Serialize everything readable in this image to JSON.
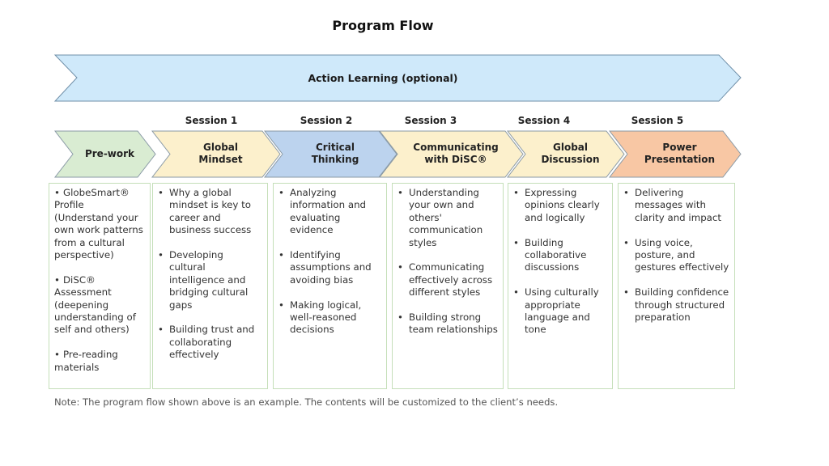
{
  "title": "Program Flow",
  "banner": {
    "label": "Action Learning (optional)",
    "color": "#cfe9fa",
    "stroke": "#6f8fa8"
  },
  "steps": [
    {
      "session": "",
      "label": "Pre-work",
      "color": "#d9ecd2",
      "items": [
        "GlobeSmart® Profile (Understand your own work patterns from a cultural perspective)",
        "DiSC® Assessment (deepening understanding of self and others)",
        "Pre-reading materials"
      ]
    },
    {
      "session": "Session 1",
      "label": "Global\nMindset",
      "color": "#fcf0cc",
      "items": [
        "Why a global mindset is key to career and business success",
        "Developing cultural intelligence and bridging cultural gaps",
        "Building trust and collaborating effectively"
      ]
    },
    {
      "session": "Session 2",
      "label": "Critical\nThinking",
      "color": "#bcd3ee",
      "items": [
        "Analyzing information and evaluating evidence",
        "Identifying assumptions and avoiding bias",
        "Making logical, well-reasoned decisions"
      ]
    },
    {
      "session": "Session 3",
      "label": "Communicating\nwith DiSC®",
      "color": "#fcf0cc",
      "items": [
        "Understanding your own and others' communication styles",
        "Communicating effectively across different styles",
        "Building strong team relationships"
      ]
    },
    {
      "session": "Session 4",
      "label": "Global\nDiscussion",
      "color": "#fcf0cc",
      "items": [
        "Expressing opinions clearly and logically",
        "Building collaborative discussions",
        "Using culturally appropriate language and tone"
      ]
    },
    {
      "session": "Session 5",
      "label": "Power\nPresentation",
      "color": "#f8c7a4",
      "items": [
        "Delivering messages with clarity and impact",
        "Using voice, posture, and gestures effectively",
        "Building confidence through structured preparation"
      ]
    }
  ],
  "note": "Note: The program flow shown above is an example. The contents will be customized to the client’s needs."
}
